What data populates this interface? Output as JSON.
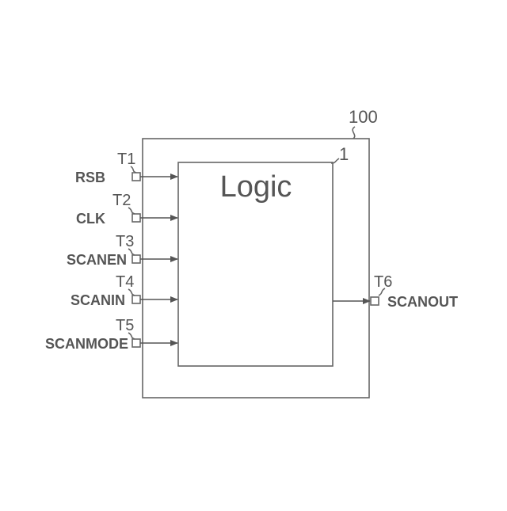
{
  "diagram": {
    "outer_block_ref": "100",
    "logic_block_ref": "1",
    "logic_block_label": "Logic",
    "input_terminals": [
      {
        "id": "T1",
        "signal": "RSB"
      },
      {
        "id": "T2",
        "signal": "CLK"
      },
      {
        "id": "T3",
        "signal": "SCANEN"
      },
      {
        "id": "T4",
        "signal": "SCANIN"
      },
      {
        "id": "T5",
        "signal": "SCANMODE"
      }
    ],
    "output_terminals": [
      {
        "id": "T6",
        "signal": "SCANOUT"
      }
    ],
    "colors": {
      "line": "#666666",
      "text": "#555555",
      "background": "#ffffff"
    }
  }
}
